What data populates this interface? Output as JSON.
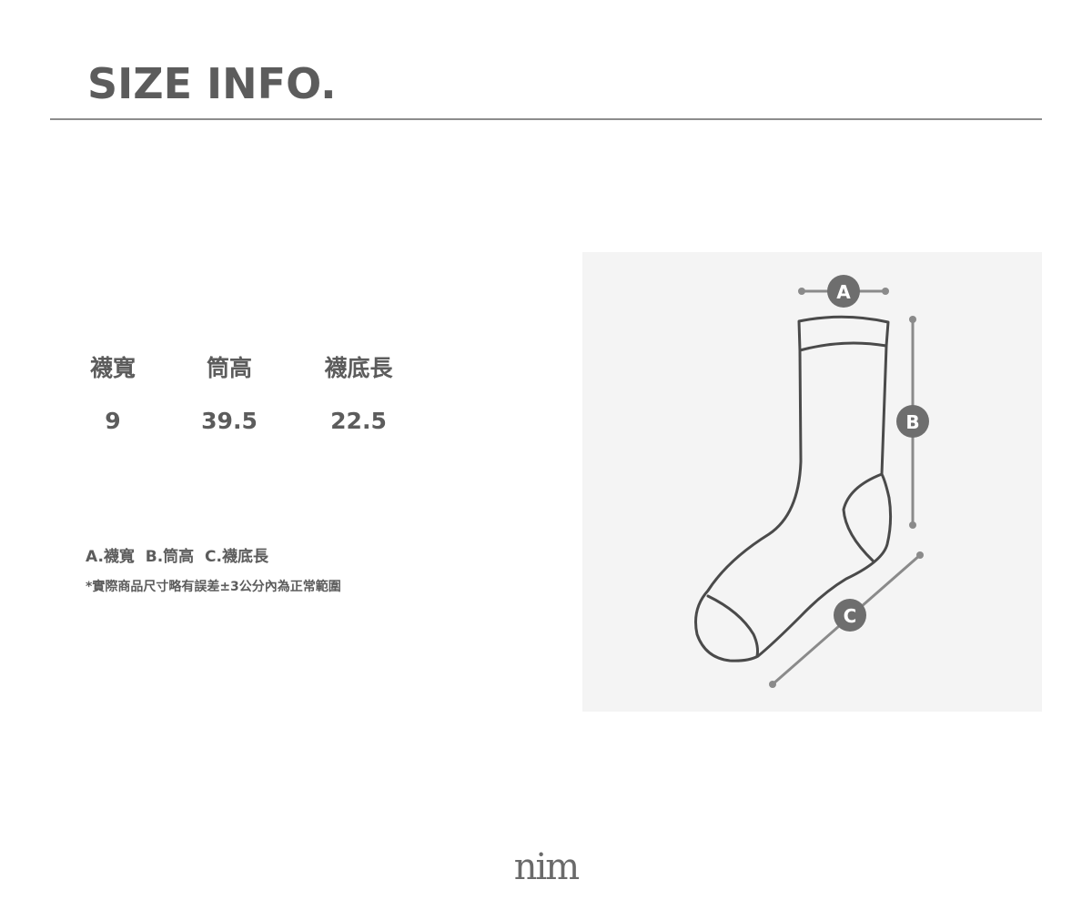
{
  "header": {
    "title": "SIZE INFO."
  },
  "size_table": {
    "columns": [
      {
        "label": "襪寬",
        "value": "9"
      },
      {
        "label": "筒高",
        "value": "39.5"
      },
      {
        "label": "襪底長",
        "value": "22.5"
      }
    ]
  },
  "legend": {
    "text": "A.襪寬  B.筒高  C.襪底長"
  },
  "note": {
    "text": "*實際商品尺寸略有誤差±3公分內為正常範圍"
  },
  "diagram": {
    "labels": {
      "a": "A",
      "b": "B",
      "c": "C"
    },
    "colors": {
      "panel": "#f4f4f4",
      "outline": "#4a4a4a",
      "measure": "#8a8a8a",
      "badge": "#6e6e6e"
    }
  },
  "footer": {
    "logo": "nim"
  }
}
